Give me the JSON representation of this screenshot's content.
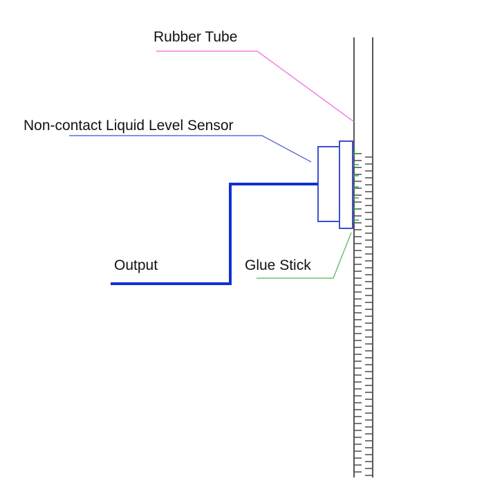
{
  "labels": {
    "rubber_tube": "Rubber Tube",
    "sensor": "Non-contact Liquid Level Sensor",
    "output": "Output",
    "glue_stick": "Glue Stick"
  },
  "colors": {
    "rubber_tube_leader": "#f080e0",
    "sensor_leader": "#5a6fe0",
    "output_wire": "#1030d0",
    "glue_leader": "#70c070",
    "sensor_body": "#3a4fd0",
    "tube_wall": "#555555",
    "liquid_marks": "#555555",
    "glue_arrows": "#3a9a3a"
  }
}
